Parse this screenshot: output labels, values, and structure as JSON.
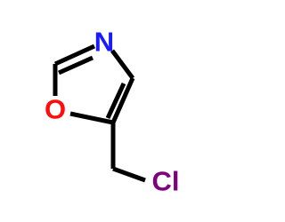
{
  "molecule": {
    "atoms": {
      "nitrogen": {
        "label": "N",
        "color": "#1a1aff"
      },
      "oxygen": {
        "label": "O",
        "color": "#ff0d0d"
      },
      "chlorine": {
        "label": "Cl",
        "color": "#800080"
      }
    },
    "bond_color": "#000000"
  }
}
